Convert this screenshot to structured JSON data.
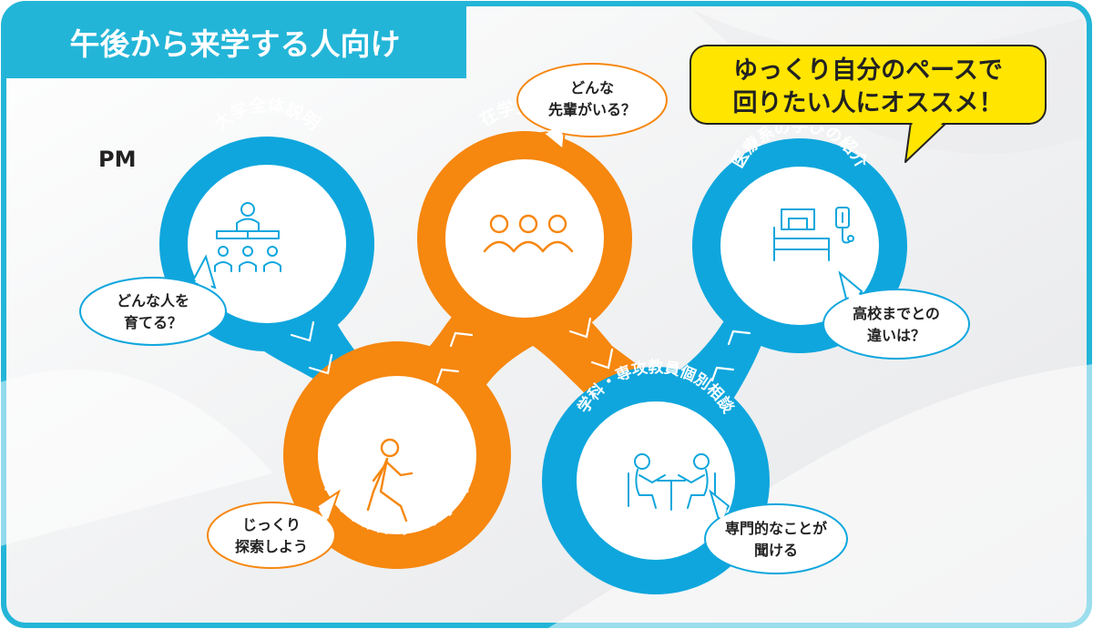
{
  "header": {
    "title": "午後から来学する人向け",
    "session": "PM"
  },
  "callout": {
    "line1": "ゆっくり自分のペースで",
    "line2": "回りたい人にオススメ！"
  },
  "stations": [
    {
      "label": "大学全体説明",
      "icon": "lecture-icon",
      "color": "#0fa6dd"
    },
    {
      "label": "キャンパスフリーウォーク",
      "icon": "walking-person-icon",
      "color": "#f6870f"
    },
    {
      "label": "在学生交流",
      "icon": "three-people-icon",
      "color": "#f6870f"
    },
    {
      "label": "学科・専攻教員個別相談",
      "icon": "consultation-icon",
      "color": "#0fa6dd"
    },
    {
      "label": "医療系の学びの紹介",
      "icon": "hospital-bed-icon",
      "color": "#0fa6dd"
    }
  ],
  "bubbles": [
    {
      "line1": "どんな人を",
      "line2": "育てる？"
    },
    {
      "line1": "じっくり",
      "line2": "探索しよう"
    },
    {
      "line1": "どんな",
      "line2": "先輩がいる？"
    },
    {
      "line1": "専門的なことが",
      "line2": "聞ける"
    },
    {
      "line1": "高校までとの",
      "line2": "違いは？"
    }
  ],
  "colors": {
    "blue": "#0fa6dd",
    "orange": "#f6870f",
    "yellow": "#ffe500",
    "frame": "#23b5d8"
  }
}
